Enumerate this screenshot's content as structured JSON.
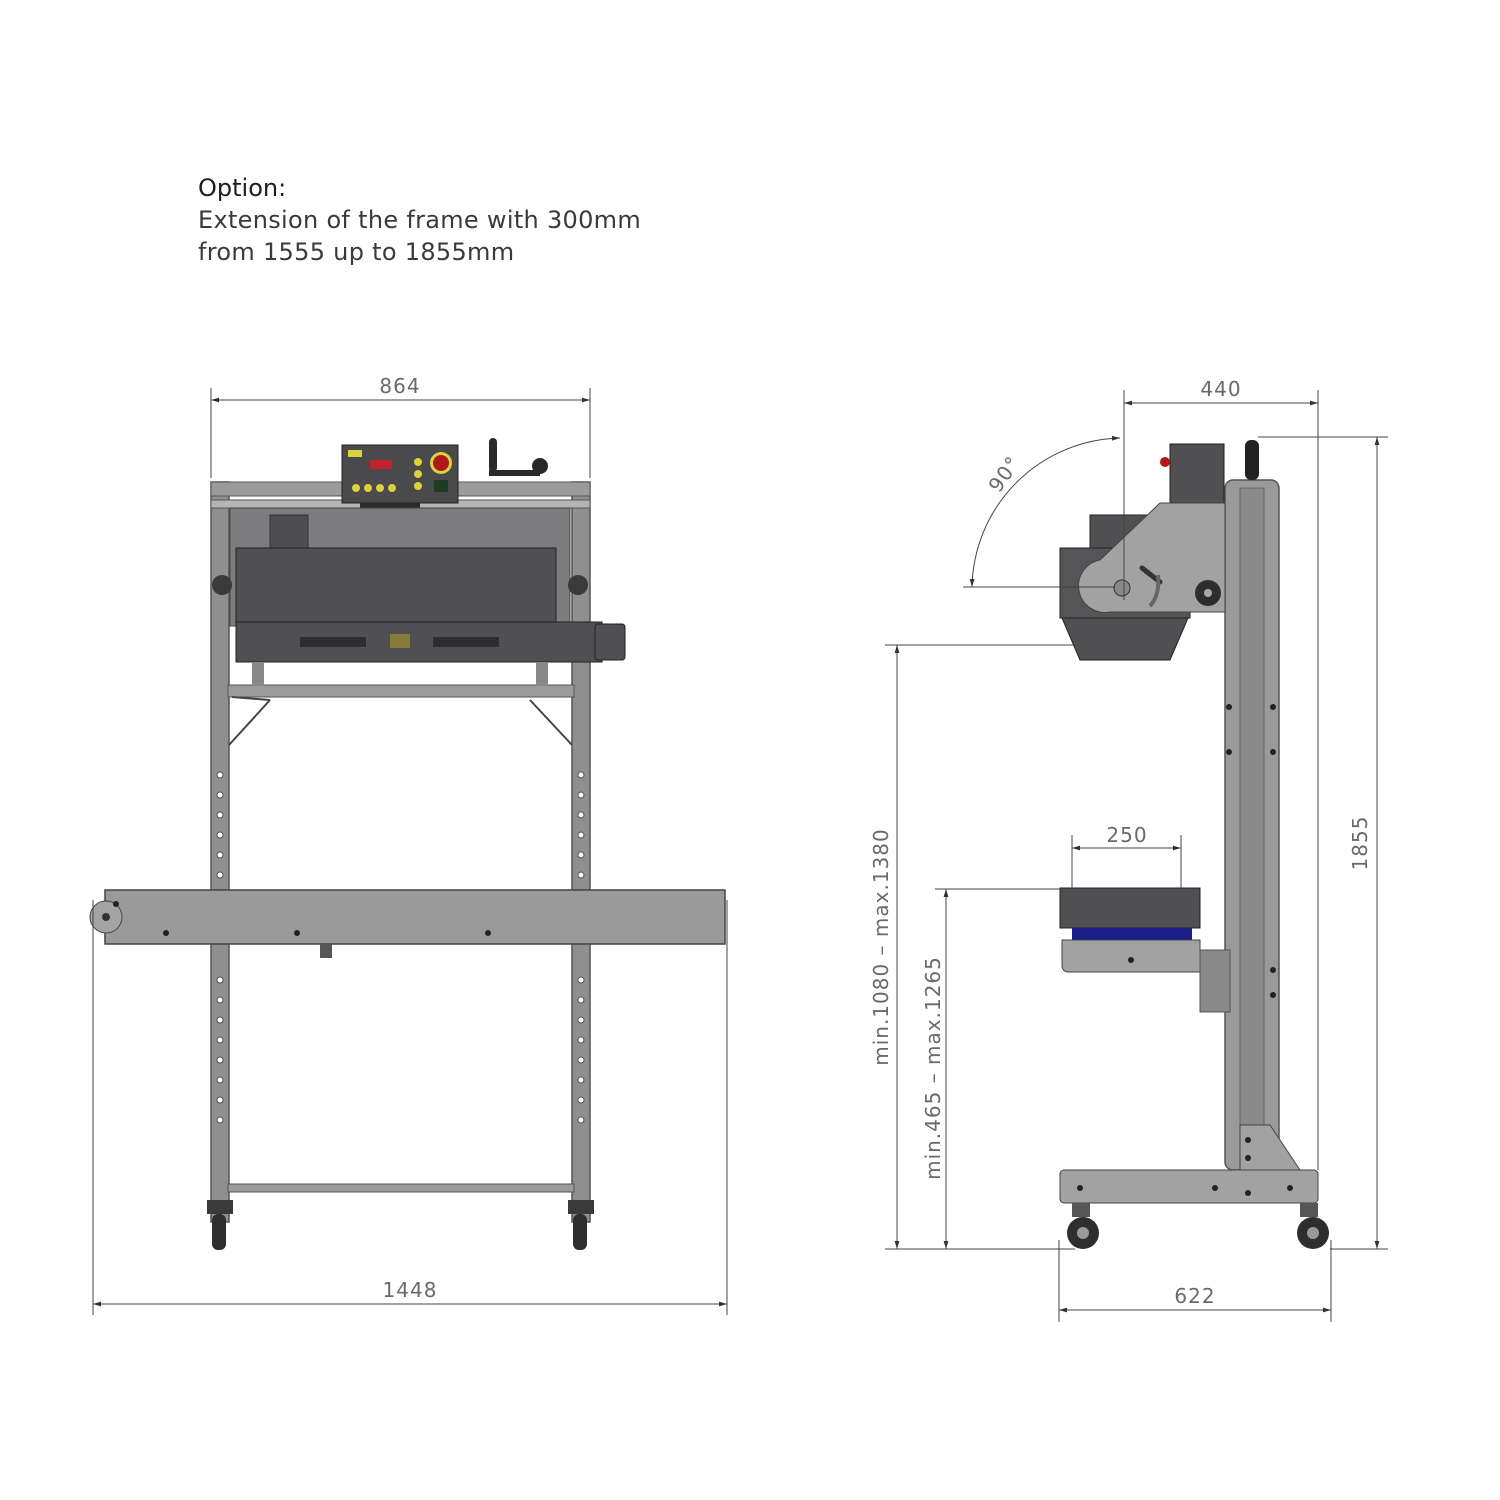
{
  "note": {
    "title": "Option:",
    "line1": "Extension of the frame with 300mm",
    "line2": "from 1555 up to 1855mm"
  },
  "front_view": {
    "width_top": "864",
    "width_overall": "1448"
  },
  "side_view": {
    "depth_head": "440",
    "tilt_angle": "90°",
    "height_total": "1855",
    "head_height_range": "min.1080  –  max.1380",
    "table_height_range": "min.465  –  max.1265",
    "table_width": "250",
    "base_depth": "622"
  },
  "colors": {
    "frame": "#8f8f8f",
    "frame_dark": "#4f4f51",
    "machine_body": "#505052",
    "conveyor": "#9a9a9a",
    "table_belt": "#1c1f8a",
    "estop": "#b01818",
    "display": "#c0232b",
    "button": "#d9d23a",
    "dimension": "#6a6a6a"
  }
}
